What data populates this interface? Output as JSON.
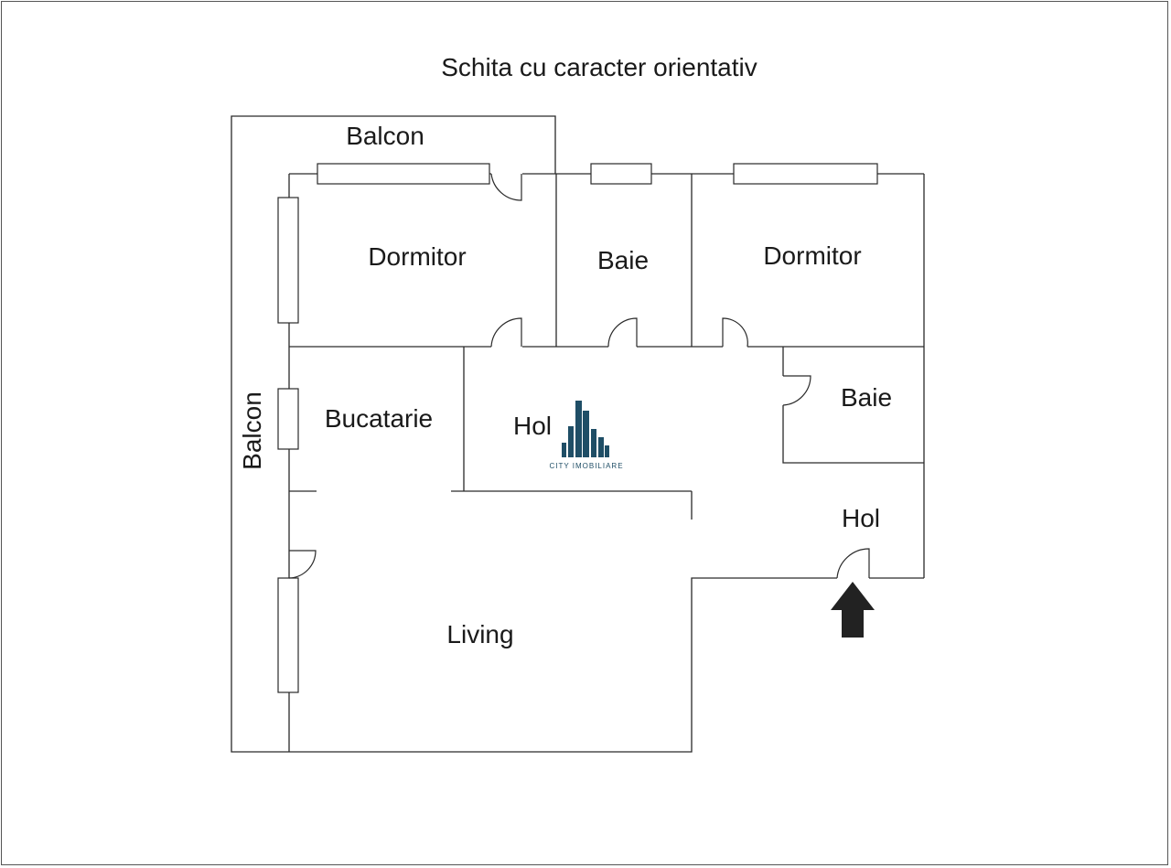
{
  "title": "Schita cu caracter orientativ",
  "rooms": {
    "balcon_top": "Balcon",
    "balcon_left": "Balcon",
    "dormitor_1": "Dormitor",
    "baie_1": "Baie",
    "dormitor_2": "Dormitor",
    "bucatarie": "Bucatarie",
    "hol_1": "Hol",
    "baie_2": "Baie",
    "hol_2": "Hol",
    "living": "Living"
  },
  "logo": {
    "text": "CITY IMOBILIARE",
    "color": "#1f4e66"
  },
  "icons": {
    "entrance": "entrance-arrow-icon"
  }
}
